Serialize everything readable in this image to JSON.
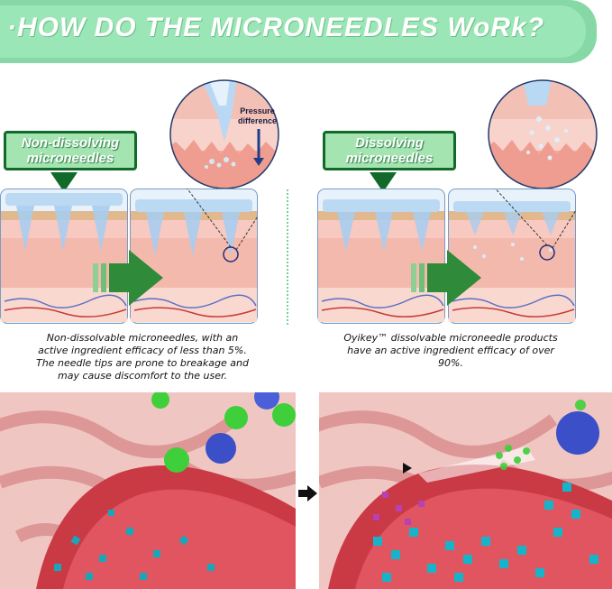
{
  "header": {
    "title": "·HOW DO THE MICRONEEDLES WoRk?"
  },
  "left": {
    "label_line1": "Non-dissolving",
    "label_line2": "microneedles",
    "pressure_line1": "Pressure",
    "pressure_line2": "difference",
    "caption_line1": "Non-dissolvable microneedles, with an",
    "caption_line2": "active ingredient efficacy of less than 5%.",
    "caption_line3": "The needle tips are prone to breakage and",
    "caption_line4": "may cause discomfort to the user."
  },
  "right": {
    "label_line1": "Dissolving",
    "label_line2": "microneedles",
    "caption_line1": "Oyikey™ dissolvable microneedle products",
    "caption_line2": "have an active ingredient efficacy of over",
    "caption_line3": "90%."
  },
  "colors": {
    "header_green": "#9be6b6",
    "callout_border": "#116a2a",
    "arrow_green": "#2f8a3a",
    "skin": "#f4b9ad",
    "vessel": "#d63b45"
  }
}
